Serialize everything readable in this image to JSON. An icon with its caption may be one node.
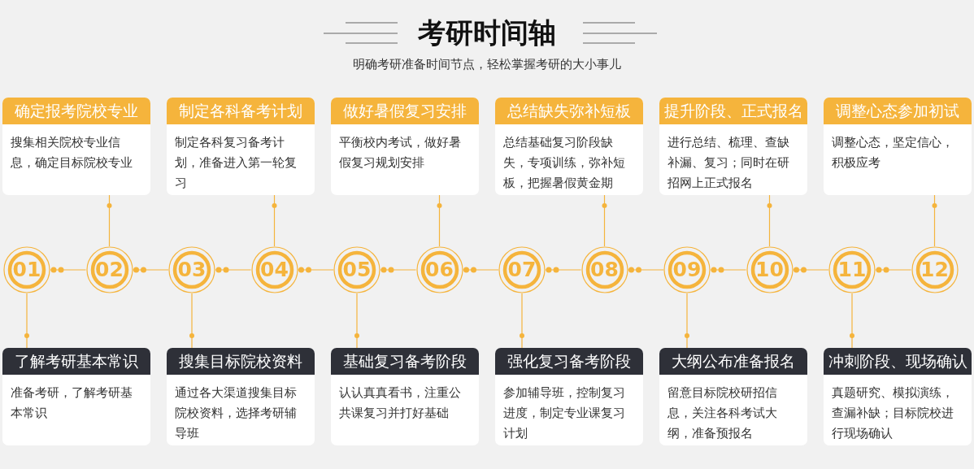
{
  "diagram": {
    "title": "考研时间轴",
    "nodes": [
      {
        "text": [
          "确定报考院校专业",
          "搜集相关院校专业信息，确定目标院校专业"
        ]
      },
      {
        "text": [
          "制定各科备考计划",
          "制定各科复习备考计划，准备进入第一轮复习"
        ]
      },
      {
        "text": [
          "做好暑假复习安排",
          "平衡校内考试，做好暑假复习规划安排"
        ]
      },
      {
        "text": [
          "总结缺失弥补短板",
          "总结基础复习阶段缺失，专项训练，弥补短板，把握暑假黄金期"
        ]
      },
      {
        "text": [
          "提升阶段、正式报名",
          "进行总结、梳理、查缺补漏、复习；同时在研招网上正式报名"
        ]
      },
      {
        "text": [
          "调整心态参加初试",
          "调整心态，坚定信心，积极应考"
        ]
      },
      {
        "text": [
          "01"
        ]
      },
      {
        "text": [
          "02"
        ]
      },
      {
        "text": [
          "03"
        ]
      },
      {
        "text": [
          "04"
        ]
      },
      {
        "text": [
          "05"
        ]
      },
      {
        "text": [
          "06"
        ]
      },
      {
        "text": [
          "07"
        ]
      },
      {
        "text": [
          "08"
        ]
      },
      {
        "text": [
          "09"
        ]
      },
      {
        "text": [
          "10"
        ]
      },
      {
        "text": [
          "11"
        ]
      },
      {
        "text": [
          "12"
        ]
      },
      {
        "text": [
          "了解考研基本常识",
          "准备考研，了解考研基本常识"
        ]
      },
      {
        "text": [
          "搜集目标院校资料",
          "通过各大渠道搜集目标院校资料，选择考研辅导班"
        ]
      },
      {
        "text": [
          "基础复习备考阶段",
          "认认真真看书，注重公共课复习并打好基础"
        ]
      },
      {
        "text": [
          "强化复习备考阶段",
          "参加辅导班，控制复习进度，制定专业课复习计划"
        ]
      },
      {
        "text": [
          "大纲公布准备报名",
          "留意目标院校研招信息，关注各科考试大纲，准备预报名"
        ]
      },
      {
        "text": [
          "冲刺阶段、现场确认",
          "真题研究、模拟演练，查漏补缺；目标院校进行现场确认"
        ]
      }
    ],
    "edges": [
      {
        "from": 0,
        "to": 7,
        "arrow": "none"
      },
      {
        "from": 1,
        "to": 9,
        "arrow": "none"
      },
      {
        "from": 2,
        "to": 11,
        "arrow": "none"
      },
      {
        "from": 3,
        "to": 13,
        "arrow": "none"
      },
      {
        "from": 4,
        "to": 15,
        "arrow": "none"
      },
      {
        "from": 5,
        "to": 17,
        "arrow": "none"
      },
      {
        "from": 6,
        "to": 18,
        "arrow": "none"
      },
      {
        "from": 8,
        "to": 19,
        "arrow": "none"
      },
      {
        "from": 10,
        "to": 20,
        "arrow": "none"
      },
      {
        "from": 12,
        "to": 21,
        "arrow": "none"
      },
      {
        "from": 14,
        "to": 22,
        "arrow": "none"
      },
      {
        "from": 16,
        "to": 23,
        "arrow": "none"
      },
      {
        "from": 6,
        "to": 7,
        "arrow": "other"
      },
      {
        "from": 7,
        "to": 8,
        "arrow": "other"
      },
      {
        "from": 8,
        "to": 9,
        "arrow": "other"
      },
      {
        "from": 9,
        "to": 10,
        "arrow": "other"
      },
      {
        "from": 10,
        "to": 11,
        "arrow": "other"
      },
      {
        "from": 11,
        "to": 12,
        "arrow": "other"
      },
      {
        "from": 12,
        "to": 13,
        "arrow": "other"
      },
      {
        "from": 13,
        "to": 14,
        "arrow": "other"
      },
      {
        "from": 14,
        "to": 15,
        "arrow": "other"
      },
      {
        "from": 15,
        "to": 16,
        "arrow": "other"
      },
      {
        "from": 16,
        "to": 17,
        "arrow": "other"
      }
    ],
    "labels": [
      "明确考研准备时间节点，轻松掌握考研的大小事儿"
    ]
  }
}
